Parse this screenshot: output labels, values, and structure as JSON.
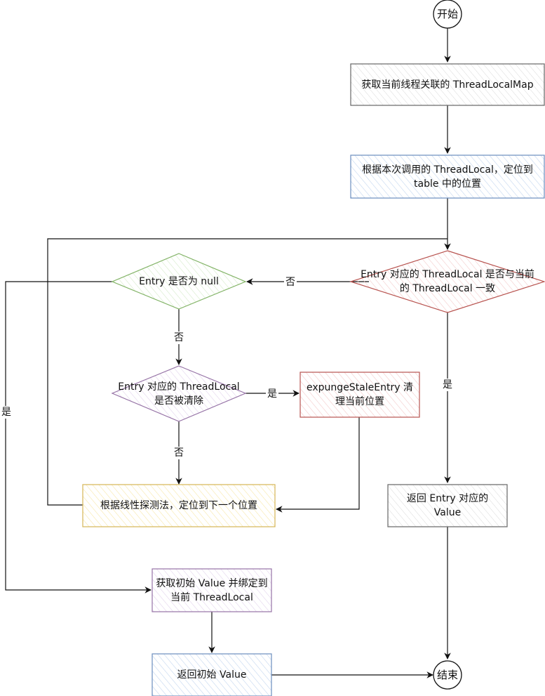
{
  "nodes": {
    "start": "开始",
    "get_map": "获取当前线程关联的 ThreadLocalMap",
    "locate": "根据本次调用的 ThreadLocal，定位到 table 中的位置",
    "check_same": "Entry 对应的 ThreadLocal 是否与当前的 ThreadLocal 一致",
    "check_null": "Entry 是否为 null",
    "check_cleared": "Entry 对应的 ThreadLocal 是否被清除",
    "expunge": "expungeStaleEntry 清理当前位置",
    "probe_next": "根据线性探测法，定位到下一个位置",
    "return_value": "返回 Entry 对应的 Value",
    "init_bind": "获取初始 Value 并绑定到当前 ThreadLocal",
    "return_init": "返回初始 Value",
    "end": "结束"
  },
  "edge_labels": {
    "no_to_null_check": "否",
    "null_no": "否",
    "cleared_yes": "是",
    "cleared_no": "否",
    "same_yes": "是",
    "null_yes": "是"
  },
  "colors": {
    "default_stroke": "#666666",
    "blue": "#6c8ebf",
    "red": "#b85450",
    "green": "#82b366",
    "purple": "#9673a6",
    "yellow": "#d6b656"
  }
}
